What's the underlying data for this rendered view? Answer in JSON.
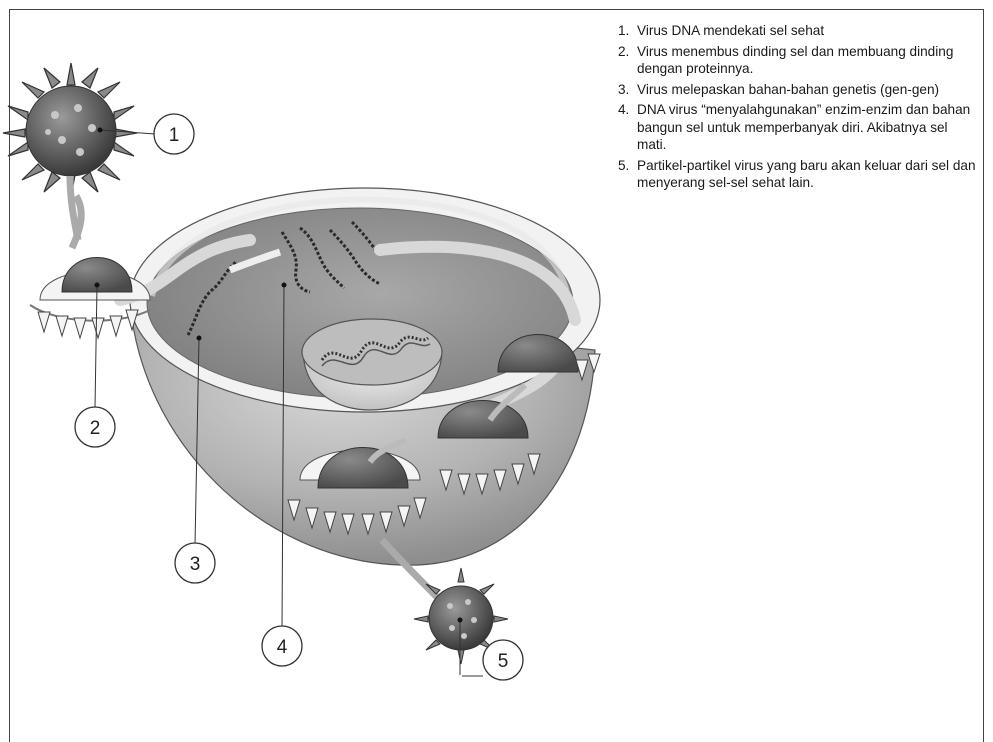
{
  "legend": [
    {
      "num": "1.",
      "text": "Virus DNA mendekati sel sehat"
    },
    {
      "num": "2.",
      "text": "Virus menembus dinding sel dan membuang dinding dengan proteinnya."
    },
    {
      "num": "3.",
      "text": "Virus melepaskan bahan-bahan genetis (gen-gen)"
    },
    {
      "num": "4.",
      "text": "DNA virus “menyalahgunakan” enzim-enzim dan bahan bangun sel untuk memperbanyak diri. Akibatnya sel mati."
    },
    {
      "num": "5.",
      "text": "Partikel-partikel virus yang baru akan keluar dari sel dan menyerang sel-sel sehat lain."
    }
  ],
  "callouts": [
    "1",
    "2",
    "3",
    "4",
    "5"
  ]
}
